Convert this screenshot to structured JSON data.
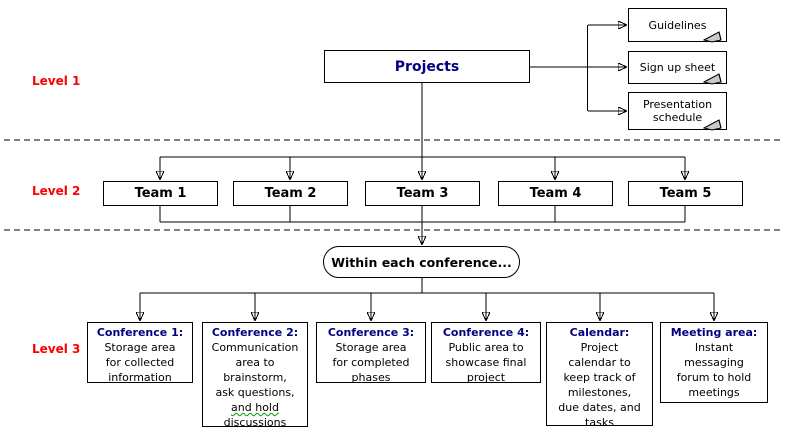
{
  "levels": [
    {
      "label": "Level 1"
    },
    {
      "label": "Level 2"
    },
    {
      "label": "Level 3"
    }
  ],
  "root": {
    "label": "Projects"
  },
  "documents": [
    {
      "label": "Guidelines"
    },
    {
      "label": "Sign up sheet"
    },
    {
      "label": "Presentation\nschedule"
    }
  ],
  "teams": [
    {
      "label": "Team 1"
    },
    {
      "label": "Team 2"
    },
    {
      "label": "Team 3"
    },
    {
      "label": "Team 4"
    },
    {
      "label": "Team 5"
    }
  ],
  "conference_note": {
    "label": "Within each conference..."
  },
  "areas": [
    {
      "title": "Conference 1:",
      "body": "Storage area\nfor collected\ninformation"
    },
    {
      "title": "Conference 2:",
      "body_start": "Communication\narea to\nbrainstorm,\nask questions,\n",
      "body_grammar": "and hold",
      "body_end": "\ndiscussions"
    },
    {
      "title": "Conference 3:",
      "body": "Storage area\nfor completed\nphases"
    },
    {
      "title": "Conference 4:",
      "body": "Public area to\nshowcase final\nproject"
    },
    {
      "title": "Calendar:",
      "body": "Project\ncalendar to\nkeep track of\nmilestones,\ndue dates, and\ntasks"
    },
    {
      "title": "Meeting area:",
      "body": "Instant\nmessaging\nforum to hold\nmeetings"
    }
  ],
  "colors": {
    "node_title": "#000080",
    "level_label": "#ff0000",
    "line": "#000000",
    "fold_gray": "#c9c9c9",
    "grammar_underline": "#00a000"
  }
}
